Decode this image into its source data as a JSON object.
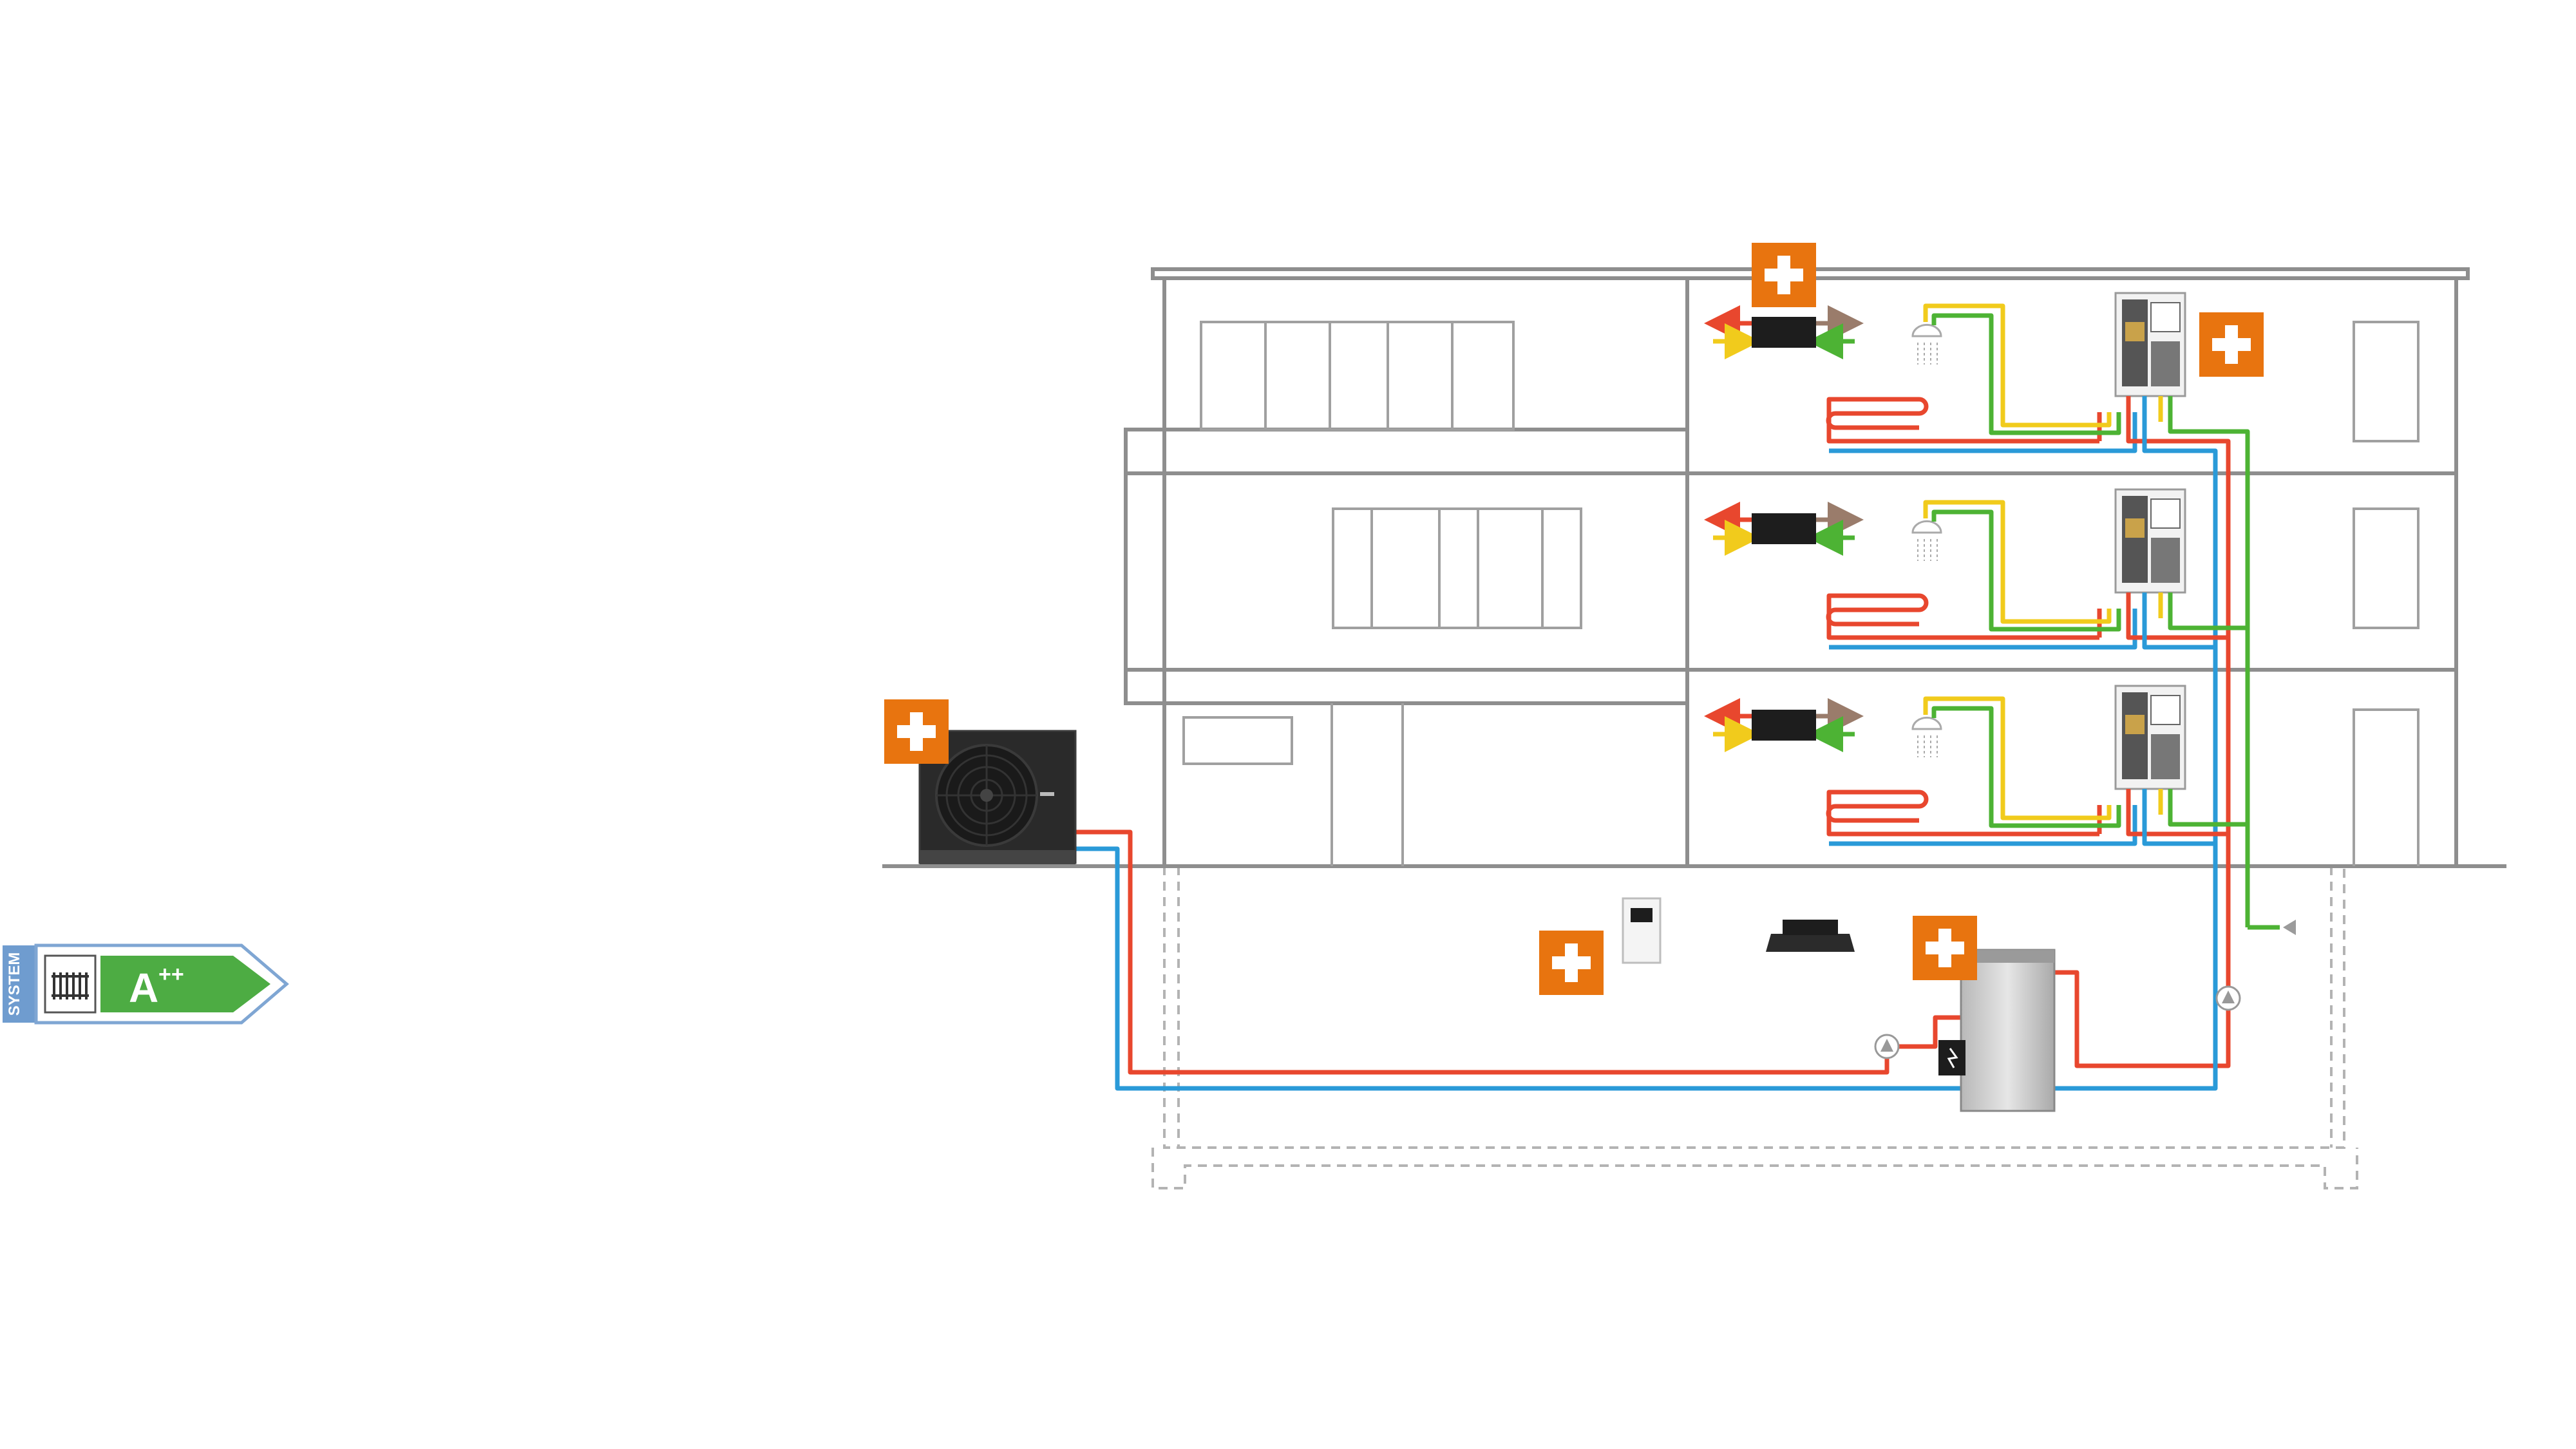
{
  "energy_label": {
    "side_text": "SYSTEM",
    "rating": "A",
    "rating_sup": "++",
    "colors": {
      "side": "#6f9ccf",
      "arrow": "#4dac43",
      "frame": "#7fa6d3"
    }
  },
  "colors": {
    "accent_button": "#e8740f",
    "hot_water": "#e8472e",
    "cold_return": "#2a9ad8",
    "drinking_water": "#f1cb1c",
    "cold_water": "#4db334",
    "exhaust_air": "#9a7c6b",
    "building_outline": "#8e8e8e"
  },
  "hotspots": [
    {
      "id": "heat-pump",
      "icon": "plus-icon"
    },
    {
      "id": "ventilation-unit",
      "icon": "plus-icon"
    },
    {
      "id": "apartment-station",
      "icon": "plus-icon"
    },
    {
      "id": "room-controller",
      "icon": "plus-icon"
    },
    {
      "id": "buffer-storage",
      "icon": "plus-icon"
    }
  ],
  "devices": [
    {
      "name": "heat-pump-outdoor-unit",
      "icon": "fan-icon"
    },
    {
      "name": "ventilation-unit",
      "icon": "ventilation-box-icon",
      "count": 3
    },
    {
      "name": "apartment-station",
      "icon": "station-icon",
      "count": 3
    },
    {
      "name": "shower",
      "icon": "shower-icon",
      "count": 3
    },
    {
      "name": "floor-heating",
      "icon": "floor-coil-icon",
      "count": 3
    },
    {
      "name": "room-controller",
      "icon": "controller-icon"
    },
    {
      "name": "gateway",
      "icon": "gateway-icon"
    },
    {
      "name": "buffer-storage",
      "icon": "storage-tank-icon"
    },
    {
      "name": "circulation-pump",
      "icon": "pump-icon",
      "count": 2
    }
  ]
}
